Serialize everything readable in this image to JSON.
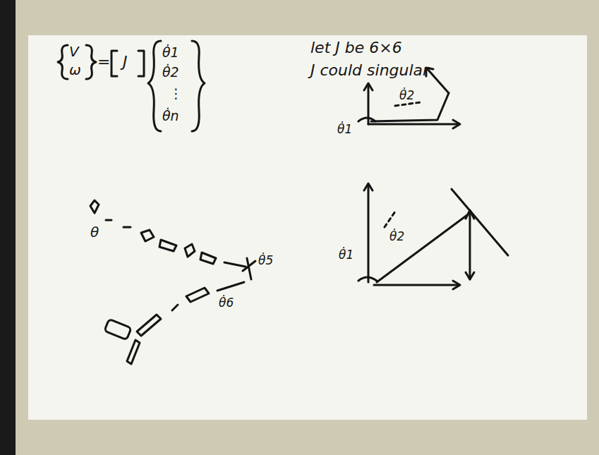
{
  "diagram": {
    "labels": [
      "V",
      "ω",
      "=",
      "J",
      "θ̇1",
      "θ̇2",
      "⋮",
      "θ̇n",
      "let J be 6×6",
      "J could singular",
      "θ̇1",
      "θ̇2",
      "θ̇1",
      "θ̇2",
      "θ",
      "θ̇5",
      "θ̇6"
    ]
  }
}
